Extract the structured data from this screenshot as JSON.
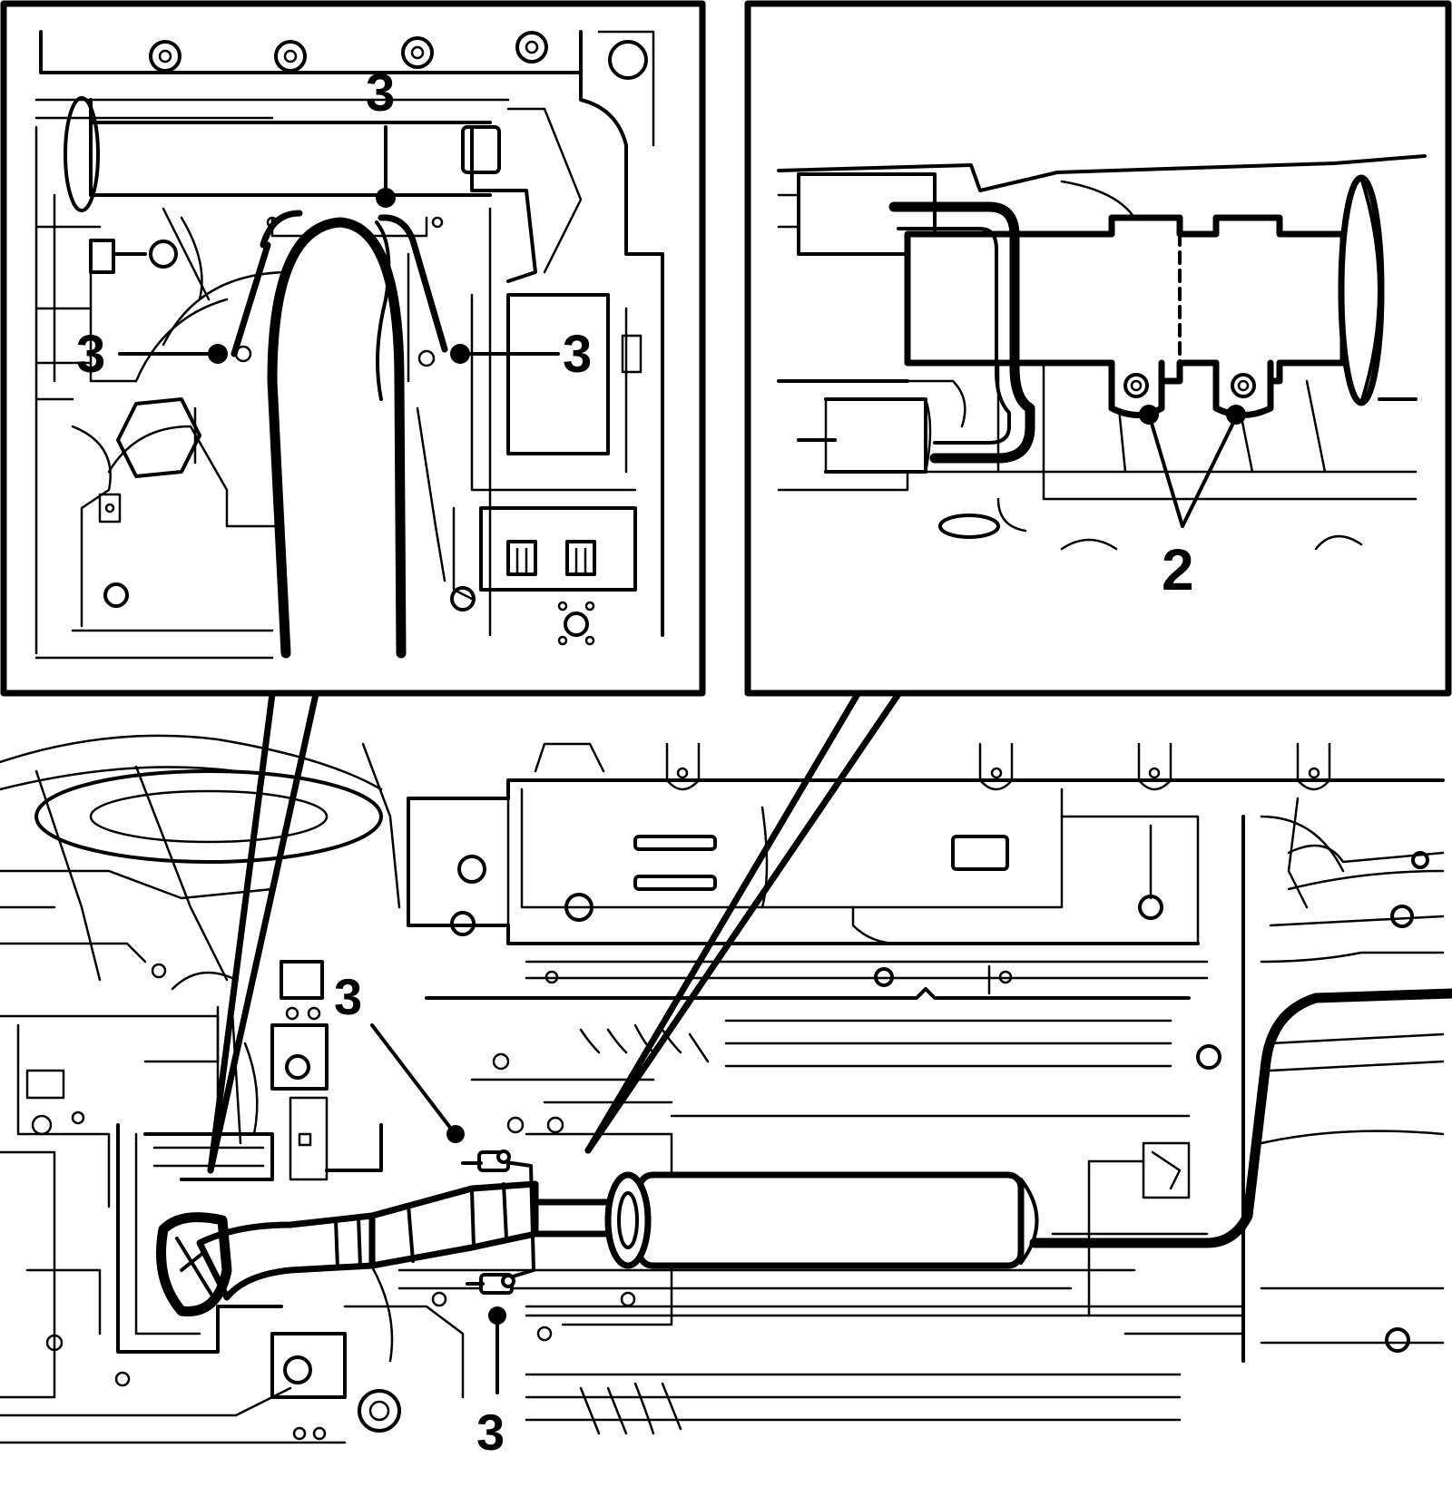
{
  "callouts": {
    "inset_left_top": "3",
    "inset_left_left": "3",
    "inset_left_right": "3",
    "inset_right_bottom": "2",
    "main_upper": "3",
    "main_lower": "3"
  },
  "colors": {
    "ink": "#000000",
    "paper": "#ffffff"
  }
}
